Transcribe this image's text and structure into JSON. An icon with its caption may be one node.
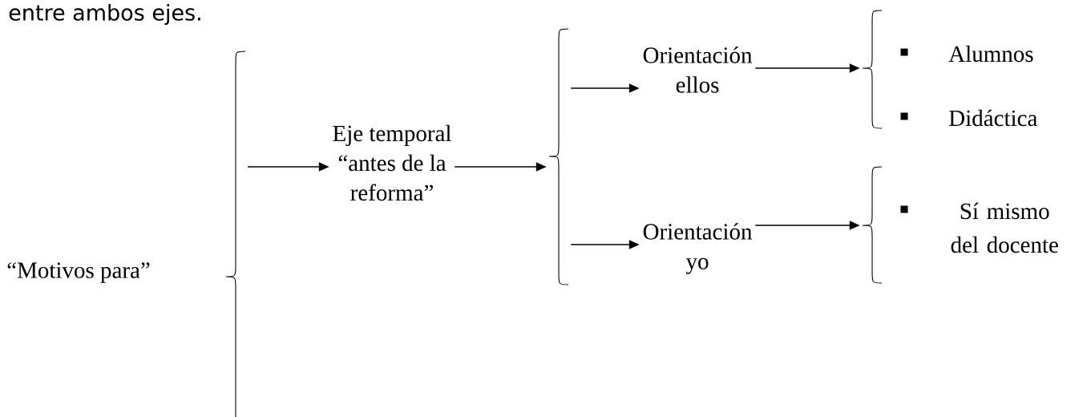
{
  "diagram": {
    "nodes": [
      {
        "text": [],
        "shape": "brace"
      },
      {
        "text": [
          "Eje temporal “antes de la reforma”"
        ]
      },
      {
        "text": [],
        "shape": "brace"
      },
      {
        "text": [
          "Orientación ellos"
        ]
      },
      {
        "text": [
          "Orientación yo"
        ]
      },
      {
        "text": [],
        "shape": "brace"
      },
      {
        "text": [],
        "shape": "brace"
      }
    ],
    "edges": [
      {
        "from": 0,
        "to": 1,
        "arrow": "to"
      },
      {
        "from": 1,
        "to": 2,
        "arrow": "to"
      },
      {
        "from": 2,
        "to": 3,
        "arrow": "to"
      },
      {
        "from": 2,
        "to": 4,
        "arrow": "to"
      },
      {
        "from": 3,
        "to": 5,
        "arrow": "to"
      },
      {
        "from": 4,
        "to": 6,
        "arrow": "to"
      }
    ],
    "labels": [
      "entre ambos ejes.",
      "“Motivos para”",
      "Alumnos",
      "Didáctica",
      "Sí mismo del docente"
    ]
  }
}
